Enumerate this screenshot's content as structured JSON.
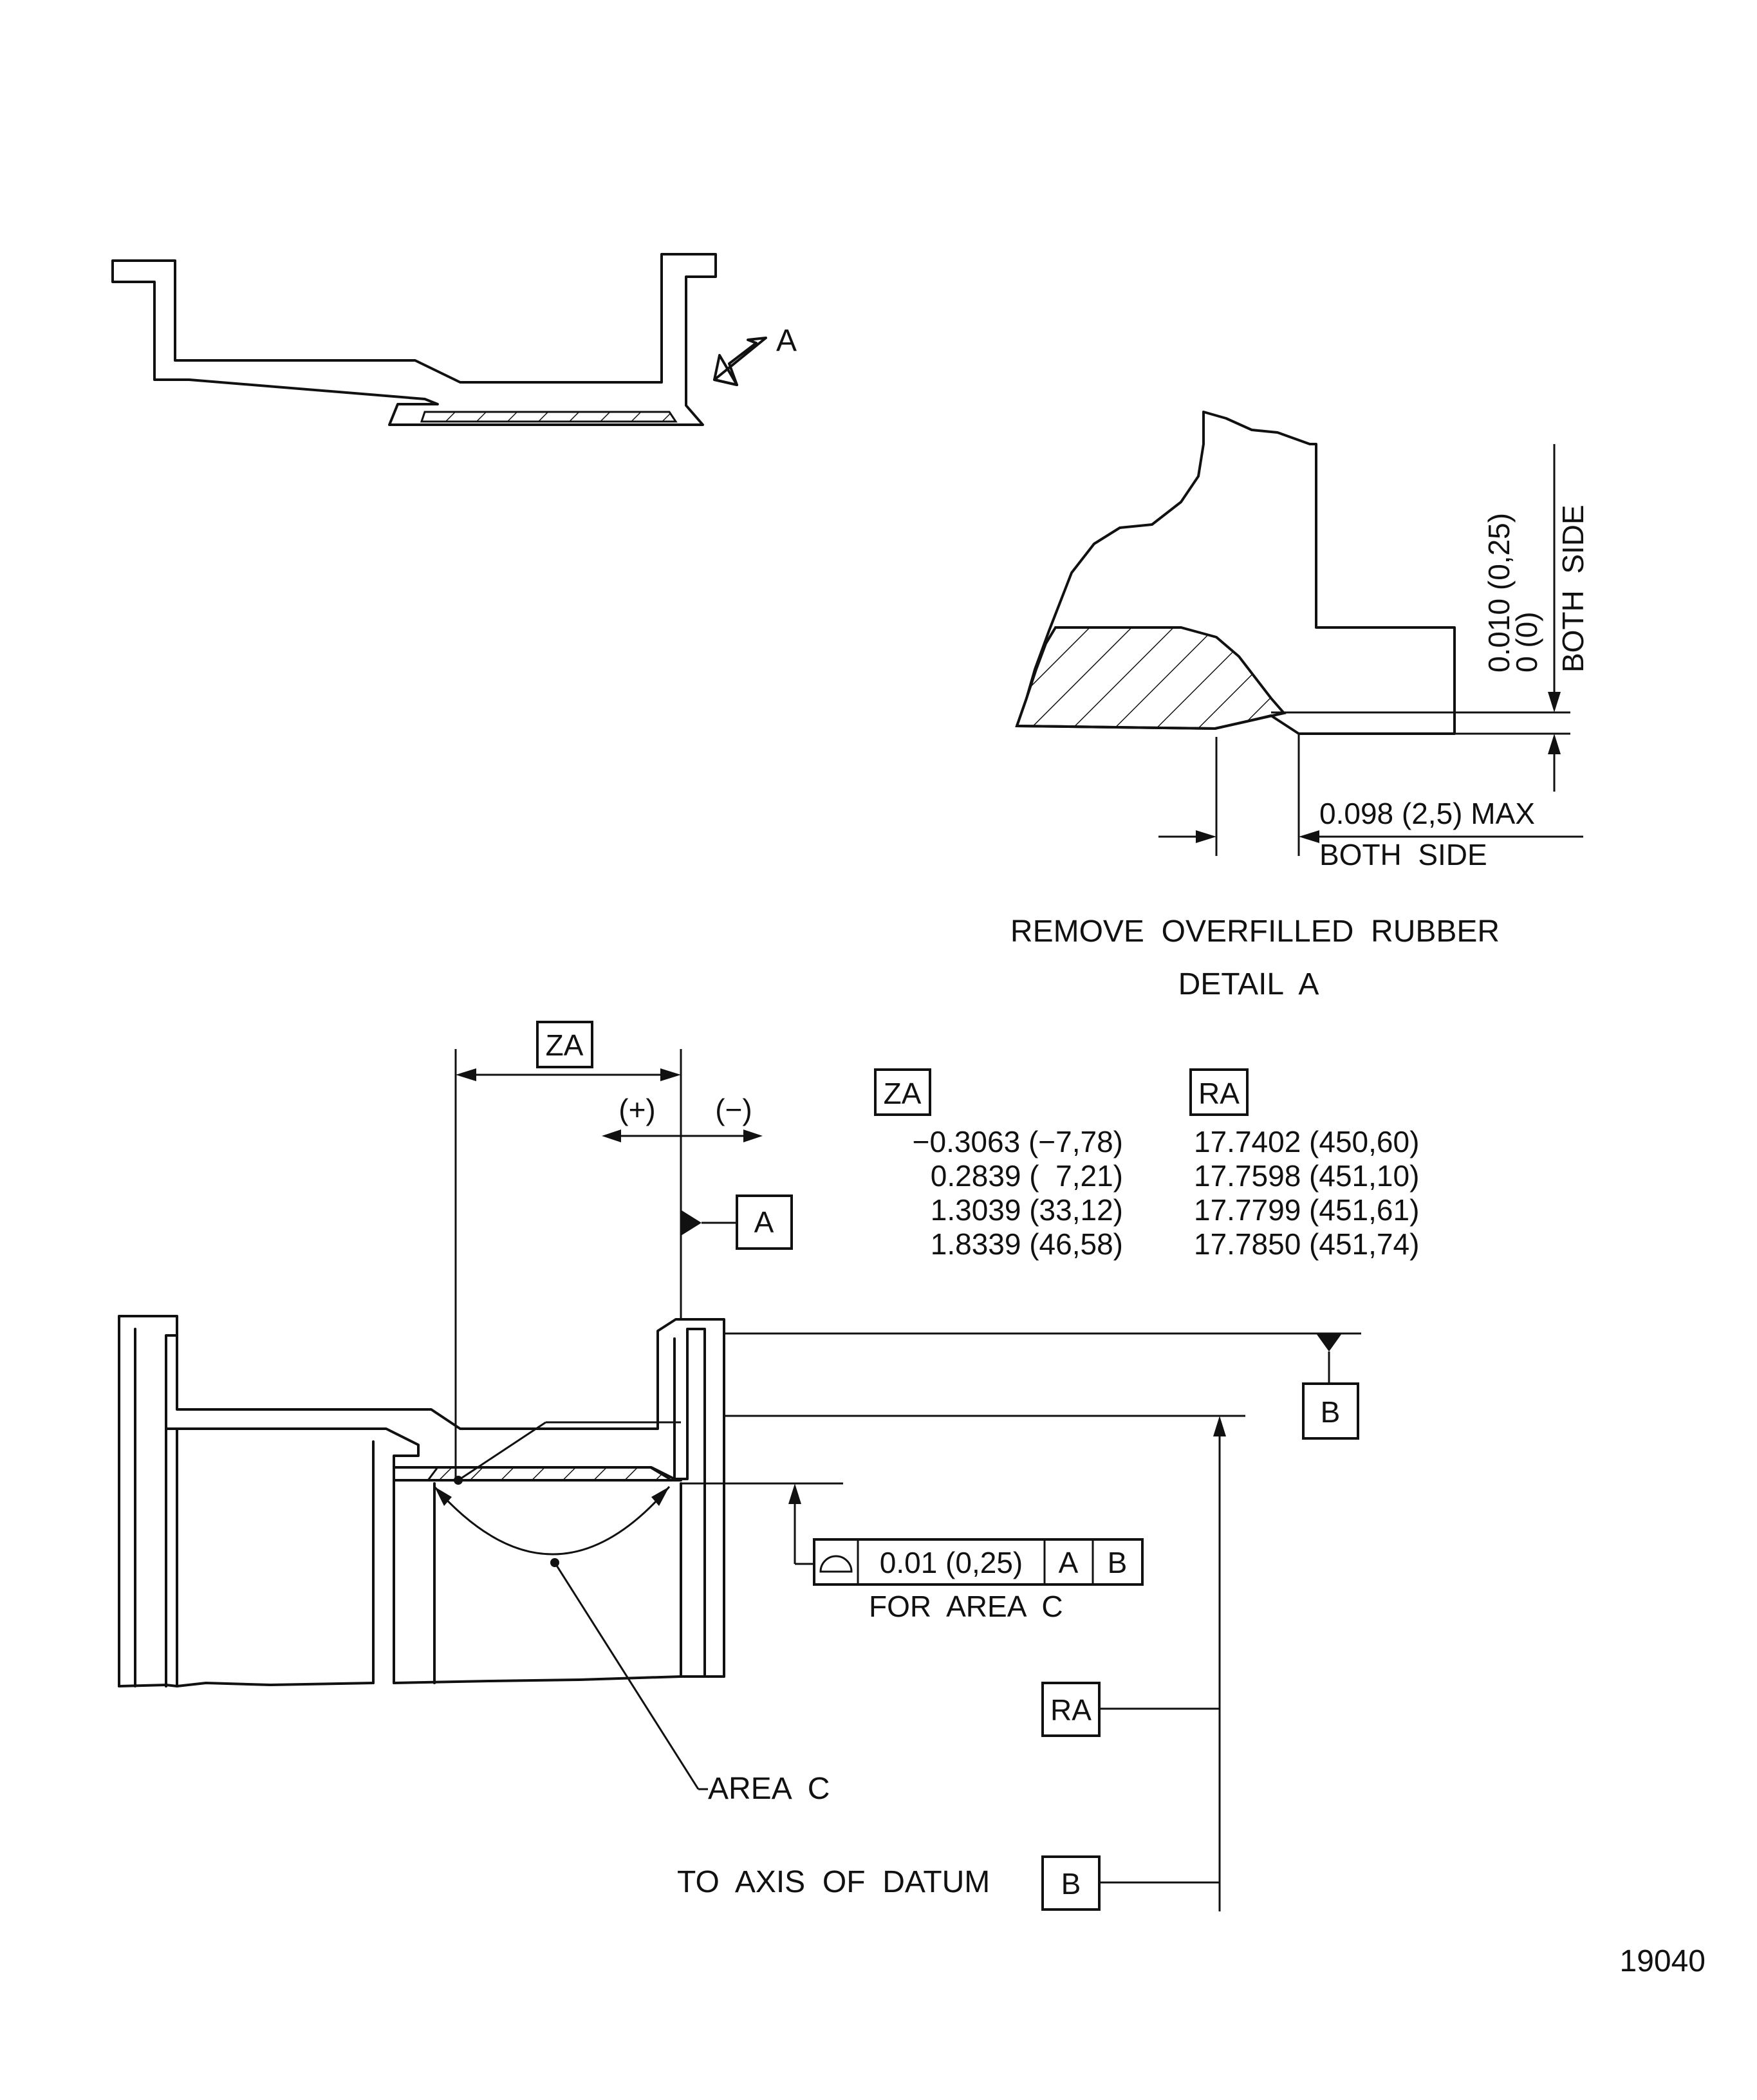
{
  "top_view": {
    "view_arrow_label": "A"
  },
  "detail_a": {
    "vertical_dim_upper": "0.010 (0,25)",
    "vertical_dim_lower": "0        (0)",
    "vertical_dim_note": "BOTH  SIDE",
    "horizontal_dim": "0.098 (2,5) MAX",
    "horizontal_dim_note": "BOTH  SIDE",
    "caption_line1": "REMOVE  OVERFILLED  RUBBER",
    "caption_line2": "DETAIL  A"
  },
  "section_view": {
    "za_label": "ZA",
    "plus_label": "(+)",
    "minus_label": "(−)",
    "datum_a_label": "A",
    "datum_b_label": "B",
    "ra_label": "RA",
    "tolerance_value": "0.01 (0,25)",
    "tolerance_datum_1": "A",
    "tolerance_datum_2": "B",
    "tolerance_note": "FOR  AREA  C",
    "area_c_label": "AREA  C",
    "axis_note": "TO  AXIS  OF  DATUM",
    "axis_datum": "B"
  },
  "dimension_table": {
    "za_header": "ZA",
    "ra_header": "RA",
    "rows": [
      {
        "za": "−0.3063 (−7,78)",
        "ra": "17.7402 (450,60)"
      },
      {
        "za": "0.2839 (  7,21)",
        "ra": "17.7598 (451,10)"
      },
      {
        "za": "1.3039 (33,12)",
        "ra": "17.7799 (451,61)"
      },
      {
        "za": "1.8339 (46,58)",
        "ra": "17.7850 (451,74)"
      }
    ]
  },
  "figure_number": "19040"
}
